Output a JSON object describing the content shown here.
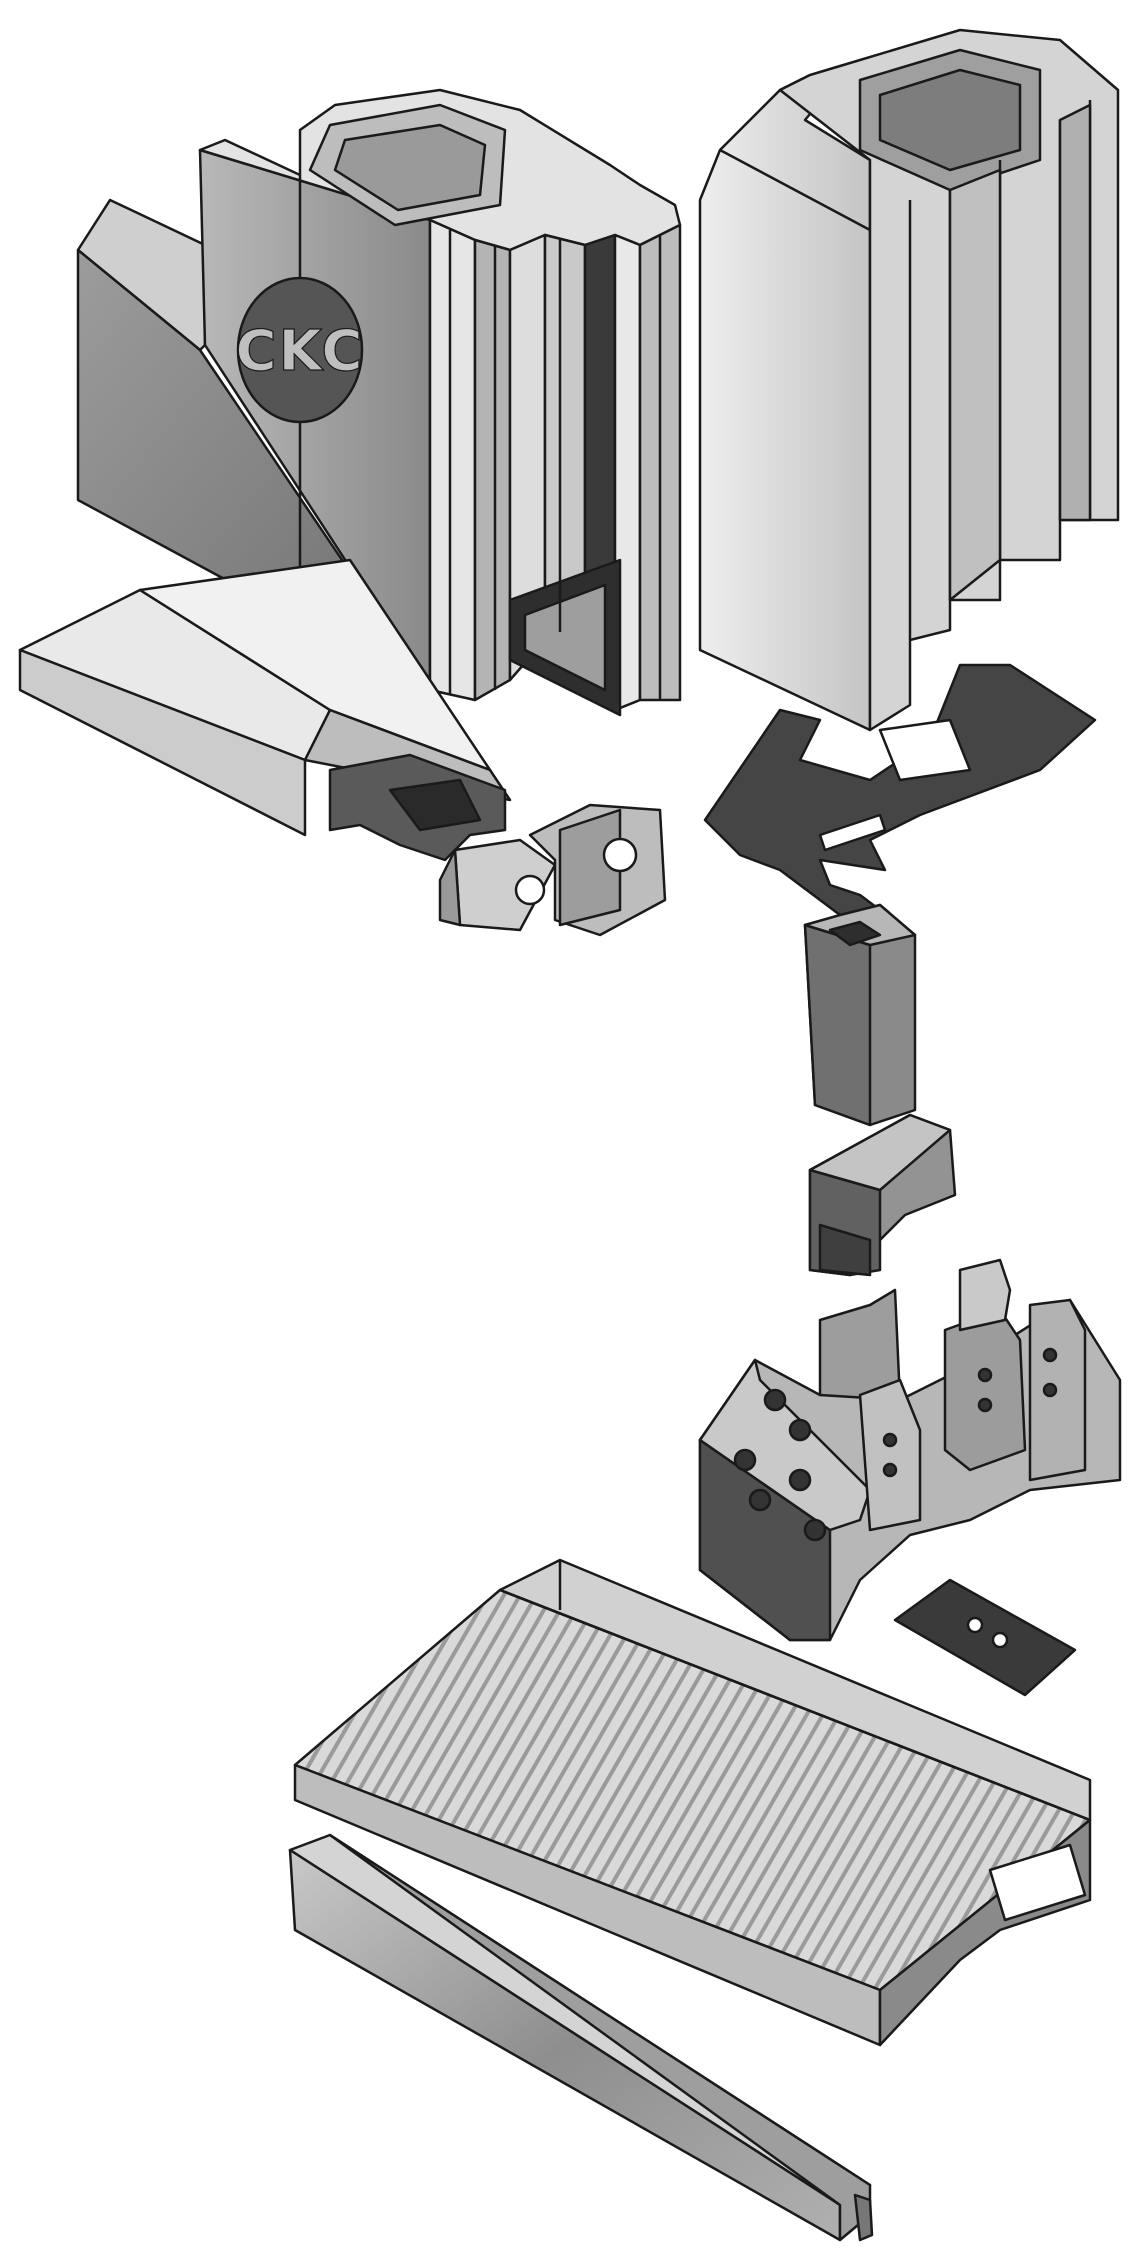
{
  "diagram": {
    "logo": {
      "text": "CKC"
    },
    "colors": {
      "background": "#ffffff",
      "outline": "#1a1a1a",
      "light_face": "#d8d8d8",
      "mid_face": "#a6a6a6",
      "dark_face": "#7a7a7a",
      "gasket": "#333333",
      "logo_fill": "#555555",
      "logo_text": "#bfbfbf"
    },
    "parts": [
      {
        "id": "left-frame-profile",
        "icon": "aluminium-frame-profile-icon"
      },
      {
        "id": "right-sash-profile",
        "icon": "aluminium-sash-profile-icon"
      },
      {
        "id": "glazing-bead",
        "icon": "glazing-bead-icon"
      },
      {
        "id": "corner-bracket",
        "icon": "corner-bracket-icon"
      },
      {
        "id": "gasket-plate",
        "icon": "gasket-plate-icon"
      },
      {
        "id": "post-connector",
        "icon": "post-connector-icon"
      },
      {
        "id": "end-cap",
        "icon": "end-cap-icon"
      },
      {
        "id": "base-bracket",
        "icon": "base-bracket-icon"
      },
      {
        "id": "small-gasket",
        "icon": "small-gasket-icon"
      },
      {
        "id": "threshold-profile",
        "icon": "threshold-profile-icon"
      },
      {
        "id": "bottom-rail",
        "icon": "bottom-rail-icon"
      }
    ]
  }
}
